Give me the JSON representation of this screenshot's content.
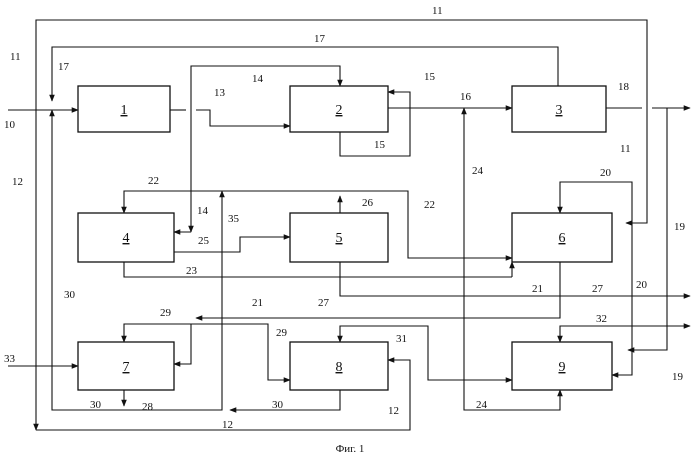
{
  "caption": "Фиг. 1",
  "blocks": [
    {
      "id": "1",
      "label": "1"
    },
    {
      "id": "2",
      "label": "2"
    },
    {
      "id": "3",
      "label": "3"
    },
    {
      "id": "4",
      "label": "4"
    },
    {
      "id": "5",
      "label": "5"
    },
    {
      "id": "6",
      "label": "6"
    },
    {
      "id": "7",
      "label": "7"
    },
    {
      "id": "8",
      "label": "8"
    },
    {
      "id": "9",
      "label": "9"
    }
  ],
  "flow_labels": {
    "f10": "10",
    "f11a": "11",
    "f11b": "11",
    "f11c": "11",
    "f12a": "12",
    "f12b": "12",
    "f12c": "12",
    "f13": "13",
    "f14a": "14",
    "f14b": "14",
    "f15a": "15",
    "f15b": "15",
    "f16": "16",
    "f17a": "17",
    "f17b": "17",
    "f18": "18",
    "f19a": "19",
    "f19b": "19",
    "f20a": "20",
    "f20b": "20",
    "f21a": "21",
    "f21b": "21",
    "f22a": "22",
    "f22b": "22",
    "f23": "23",
    "f24a": "24",
    "f24b": "24",
    "f25": "25",
    "f26": "26",
    "f27a": "27",
    "f27b": "27",
    "f28": "28",
    "f29a": "29",
    "f29b": "29",
    "f30a": "30",
    "f30b": "30",
    "f30c": "30",
    "f31": "31",
    "f32": "32",
    "f33": "33",
    "f35": "35"
  }
}
